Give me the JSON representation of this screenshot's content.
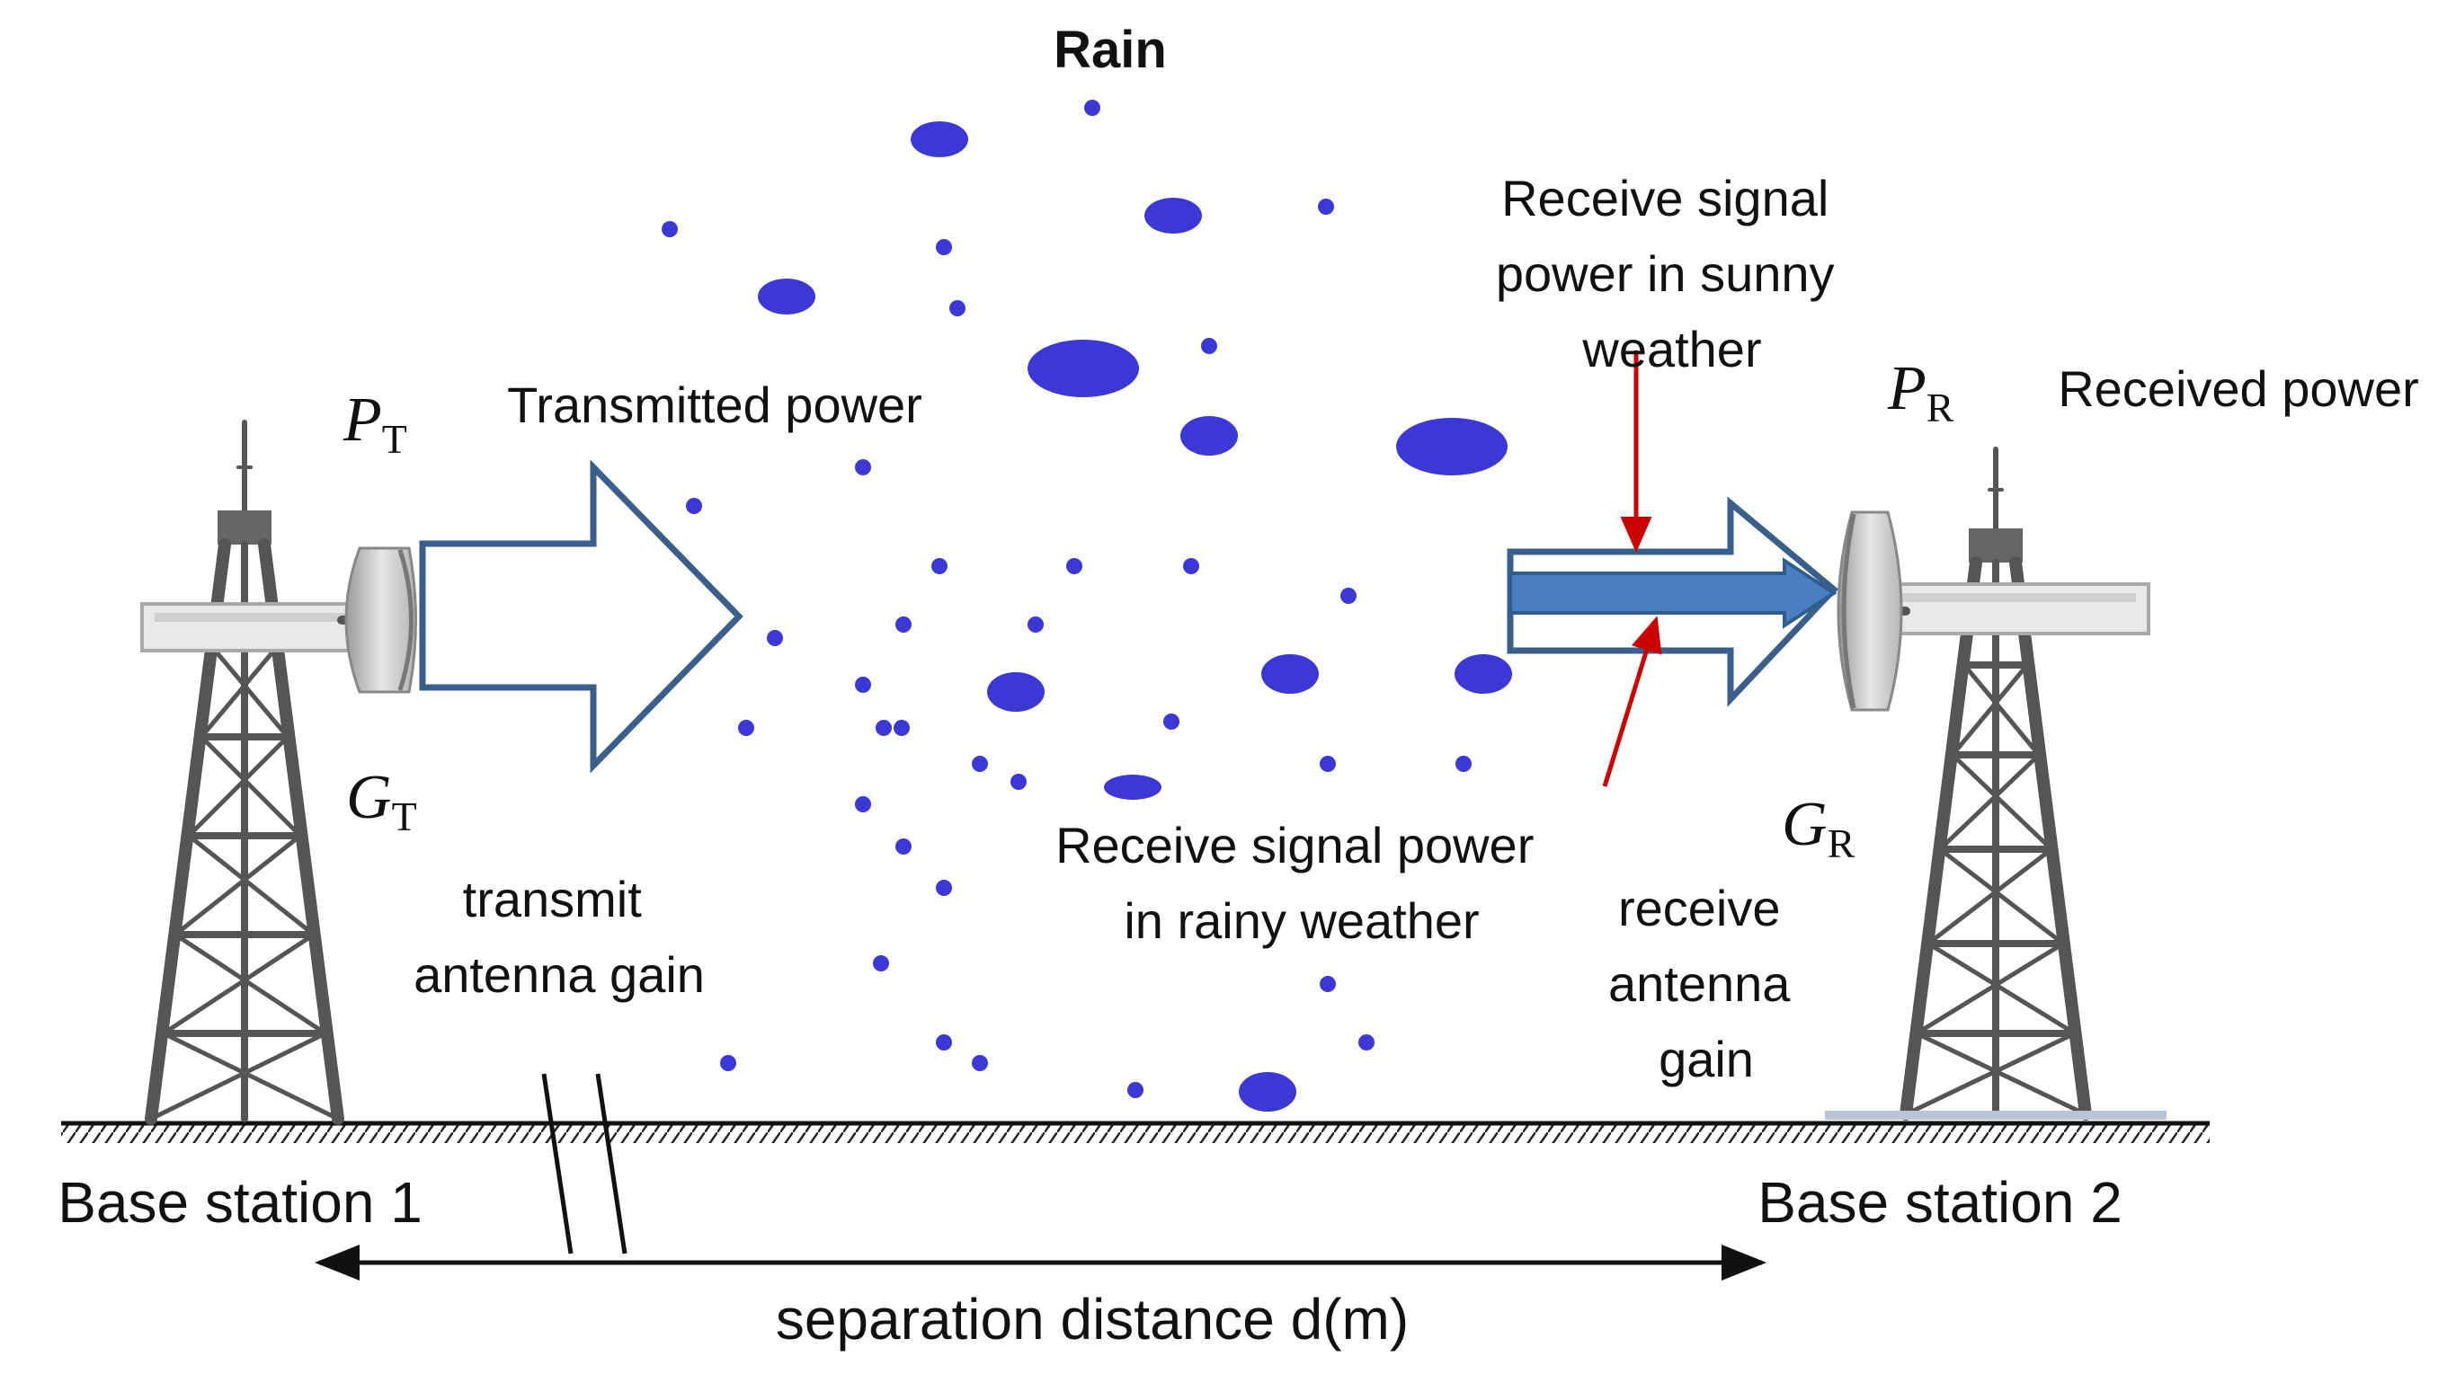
{
  "title": "Rain",
  "labels": {
    "transmitted_power": "Transmitted power",
    "received_power": "Received power",
    "sunny": [
      "Receive signal",
      "power in sunny",
      "weather"
    ],
    "rainy": [
      "Receive signal power",
      "in rainy weather"
    ],
    "transmit_gain": [
      "transmit",
      "antenna gain"
    ],
    "receive_gain": [
      "receive",
      "antenna",
      "gain"
    ],
    "base_station_1": "Base station 1",
    "base_station_2": "Base station 2",
    "distance": "separation distance d(m)"
  },
  "symbols": {
    "pt": {
      "main": "P",
      "sub": "T"
    },
    "gt": {
      "main": "G",
      "sub": "T"
    },
    "pr": {
      "main": "P",
      "sub": "R"
    },
    "gr": {
      "main": "G",
      "sub": "R"
    }
  },
  "colors": {
    "rain": "#3b38d6",
    "arrow_outline": "#3a5f8a",
    "arrow_fill": "#4a7fbf",
    "annotation_arrow": "#cc0000",
    "tower": "#555555"
  }
}
